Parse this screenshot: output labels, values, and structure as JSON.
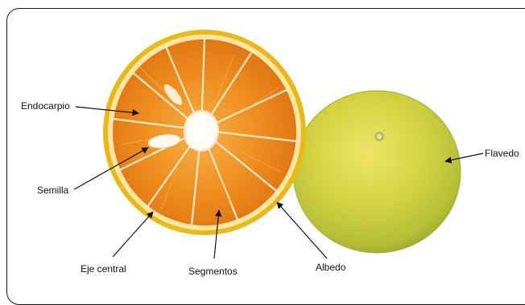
{
  "labels": {
    "endocarpio": "Endocarpio",
    "semilla": "Semilla",
    "eje_central": "Eje central",
    "segmentos": "Segmentos",
    "albedo": "Albedo",
    "flavedo": "Flavedo"
  },
  "colors": {
    "peel_outer": "#e9b91c",
    "albedo": "#fbe6a4",
    "pulp": "#ef8f20",
    "pulp_dark": "#de7412",
    "segment_line": "#fde9c8",
    "core": "#fffaf0",
    "whole_fruit_light": "#d9d84a",
    "whole_fruit_mid": "#b8c23a",
    "whole_fruit_dark": "#8f9b2a",
    "arrow": "#111111",
    "frame": "#1a1a1a"
  }
}
